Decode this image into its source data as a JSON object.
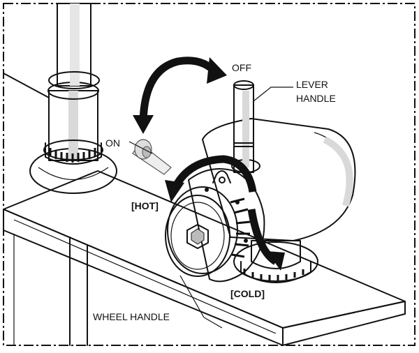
{
  "labels": {
    "off": "OFF",
    "on": "ON",
    "lever_handle_line1": "LEVER",
    "lever_handle_line2": "HANDLE",
    "hot": "[HOT]",
    "cold": "[COLD]",
    "wheel_handle": "WHEEL HANDLE"
  },
  "colors": {
    "outline": "#111111",
    "shade": "#d9d9d9",
    "light_shade": "#eeeeee",
    "dark_shade": "#555555",
    "background": "#ffffff"
  }
}
